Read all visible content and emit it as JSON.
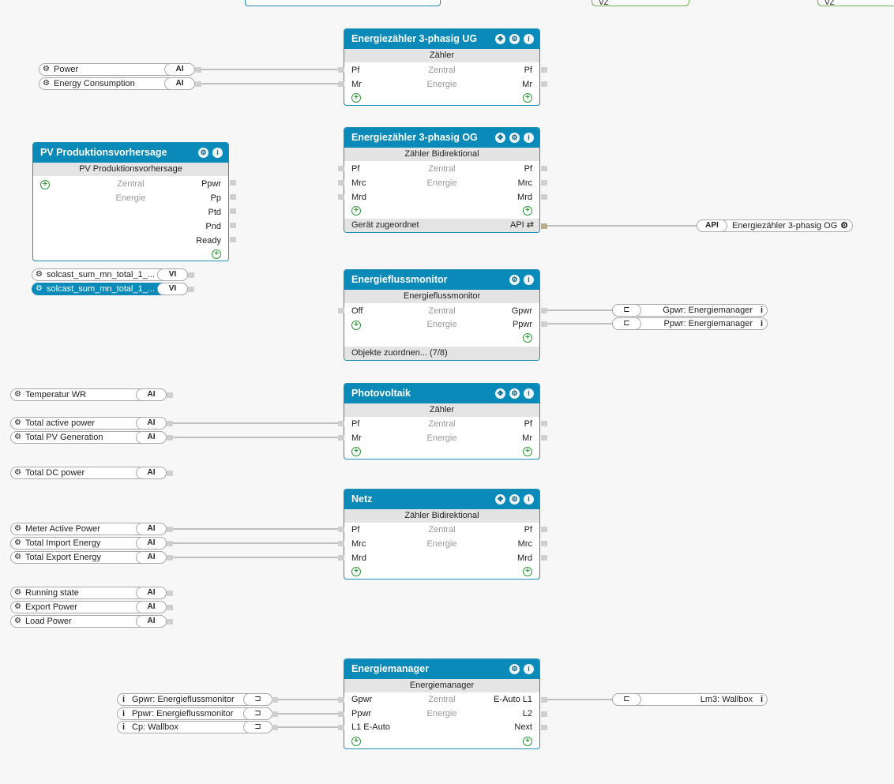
{
  "top_partial": {
    "left_label": "VZ",
    "right_label": "VZ"
  },
  "blocks": {
    "ug": {
      "title": "Energiezähler 3-phasig UG",
      "type": "Zähler",
      "center1": "Zentral",
      "center2": "Energie",
      "in": [
        "Pf",
        "Mr"
      ],
      "out": [
        "Pf",
        "Mr"
      ]
    },
    "og": {
      "title": "Energiezähler 3-phasig OG",
      "type": "Zähler Bidirektional",
      "center1": "Zentral",
      "center2": "Energie",
      "in": [
        "Pf",
        "Mrc",
        "Mrd"
      ],
      "out": [
        "Pf",
        "Mrc",
        "Mrd"
      ],
      "footer_left": "Gerät zugeordnet",
      "footer_right": "API ⇄"
    },
    "pv": {
      "title": "PV Produktionsvorhersage",
      "type": "PV Produktionsvorhersage",
      "center1": "Zentral",
      "center2": "Energie",
      "out": [
        "Ppwr",
        "Pp",
        "Ptd",
        "Pnd",
        "Ready"
      ]
    },
    "efm": {
      "title": "Energieflussmonitor",
      "type": "Energieflussmonitor",
      "center1": "Zentral",
      "center2": "Energie",
      "in": [
        "Off"
      ],
      "out": [
        "Gpwr",
        "Ppwr"
      ],
      "footer_left": "Objekte zuordnen... (7/8)"
    },
    "photo": {
      "title": "Photovoltaik",
      "type": "Zähler",
      "center1": "Zentral",
      "center2": "Energie",
      "in": [
        "Pf",
        "Mr"
      ],
      "out": [
        "Pf",
        "Mr"
      ]
    },
    "netz": {
      "title": "Netz",
      "type": "Zähler Bidirektional",
      "center1": "Zentral",
      "center2": "Energie",
      "in": [
        "Pf",
        "Mrc",
        "Mrd"
      ],
      "out": [
        "Pf",
        "Mrc",
        "Mrd"
      ]
    },
    "em": {
      "title": "Energiemanager",
      "type": "Energiemanager",
      "center1": "Zentral",
      "center2": "Energie",
      "in": [
        "Gpwr",
        "Ppwr",
        "L1 E-Auto"
      ],
      "out": [
        "E-Auto L1",
        "L2",
        "Next"
      ]
    }
  },
  "inputs": {
    "power": {
      "label": "Power",
      "tag": "AI"
    },
    "energy_consumption": {
      "label": "Energy Consumption",
      "tag": "AI"
    },
    "solcast1": {
      "label": "solcast_sum_mn_total_1_...",
      "tag": "VI"
    },
    "solcast2": {
      "label": "solcast_sum_mn_total_1_...",
      "tag": "VI"
    },
    "temp_wr": {
      "label": "Temperatur WR",
      "tag": "AI"
    },
    "total_active": {
      "label": "Total active power",
      "tag": "AI"
    },
    "total_pv": {
      "label": "Total PV Generation",
      "tag": "AI"
    },
    "total_dc": {
      "label": "Total DC power",
      "tag": "AI"
    },
    "meter_active": {
      "label": "Meter Active Power",
      "tag": "AI"
    },
    "total_import": {
      "label": "Total Import Energy",
      "tag": "AI"
    },
    "total_export": {
      "label": "Total Export Energy",
      "tag": "AI"
    },
    "running_state": {
      "label": "Running state",
      "tag": "AI"
    },
    "export_power": {
      "label": "Export Power",
      "tag": "AI"
    },
    "load_power": {
      "label": "Load Power",
      "tag": "AI"
    }
  },
  "refs_left": {
    "gpwr_efm": {
      "label": "Gpwr: Energieflussmonitor"
    },
    "ppwr_efm": {
      "label": "Ppwr: Energieflussmonitor"
    },
    "cp_wallbox": {
      "label": "Cp: Wallbox"
    }
  },
  "refs_right": {
    "gpwr_em": {
      "label": "Gpwr: Energiemanager"
    },
    "ppwr_em": {
      "label": "Ppwr: Energiemanager"
    },
    "lm3_wallbox": {
      "label": "Lm3: Wallbox"
    }
  },
  "api_ref": {
    "tag": "API",
    "label": "Energiezähler 3-phasig OG"
  }
}
